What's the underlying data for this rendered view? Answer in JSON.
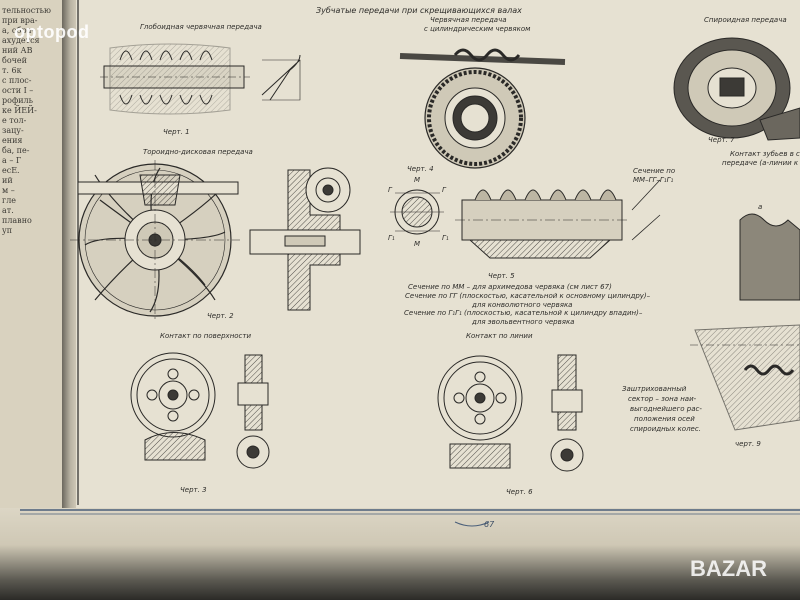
{
  "left_page_fragments": [
    "тельностью",
    "при вра-",
    "а, обра-",
    "ахудется",
    "ний АВ",
    "бочей",
    "т. 6к",
    "с плос-",
    "ости Ⅰ –",
    "рофиль",
    "ке ЙЕЙ-",
    "е тол-",
    "зацу-",
    "ения",
    "ба, пе-",
    "а – Г",
    "есЕ.",
    "ий",
    "м –",
    "гле",
    "ат.",
    "плавно",
    "уп"
  ],
  "heading": "Зубчатые передачи при скрещивающихся валах",
  "labels": {
    "globoid": "Глобоидная червячная передача",
    "cherv": "Червячная передача",
    "cherv2": "с цилиндрическим червяком",
    "spiral": "Спироидная передача",
    "torso": "Тороидно-дисковая передача",
    "contact_pov": "Контакт по поверхности",
    "contact_lin": "Контакт по линии",
    "sech1": "Сечение по",
    "sech2": "ММ–ГГ–Г₁Г₁",
    "kontakt_zub": "Контакт зубьев в с",
    "kontakt_zub2": "передаче (а-линии к",
    "m_top": "М",
    "m_bot": "М",
    "g_left": "Г",
    "g_right": "Г",
    "g1_left": "Г₁",
    "g1_right": "Г₁",
    "a_mark": "а"
  },
  "chert": {
    "c1": "Черт. 1",
    "c2": "Черт. 2",
    "c3": "Черт. 3",
    "c4": "Черт. 4",
    "c5": "Черт. 5",
    "c6": "Черт. 6",
    "c7": "Черт. 7",
    "c9": "черт. 9"
  },
  "notes": {
    "n1": "Сечение по ММ – для архимедова червяка (см лист 67)",
    "n2": "Сечение по ГГ (плоскостью, касательной к основному цилиндру)–",
    "n3": "для конволютного червяка",
    "n4": "Сечение по Г₁Г₁ (плоскостью, касательной к цилиндру впадин)–",
    "n5": "для эвольвентного червяка"
  },
  "sector_note": [
    "Заштрихованный",
    "сектор – зона наи-",
    "выгоднейшего рас-",
    "положения осей",
    "спироидных колес."
  ],
  "page_number": "67",
  "watermark": "optopod",
  "watermark2": "BAZAR"
}
